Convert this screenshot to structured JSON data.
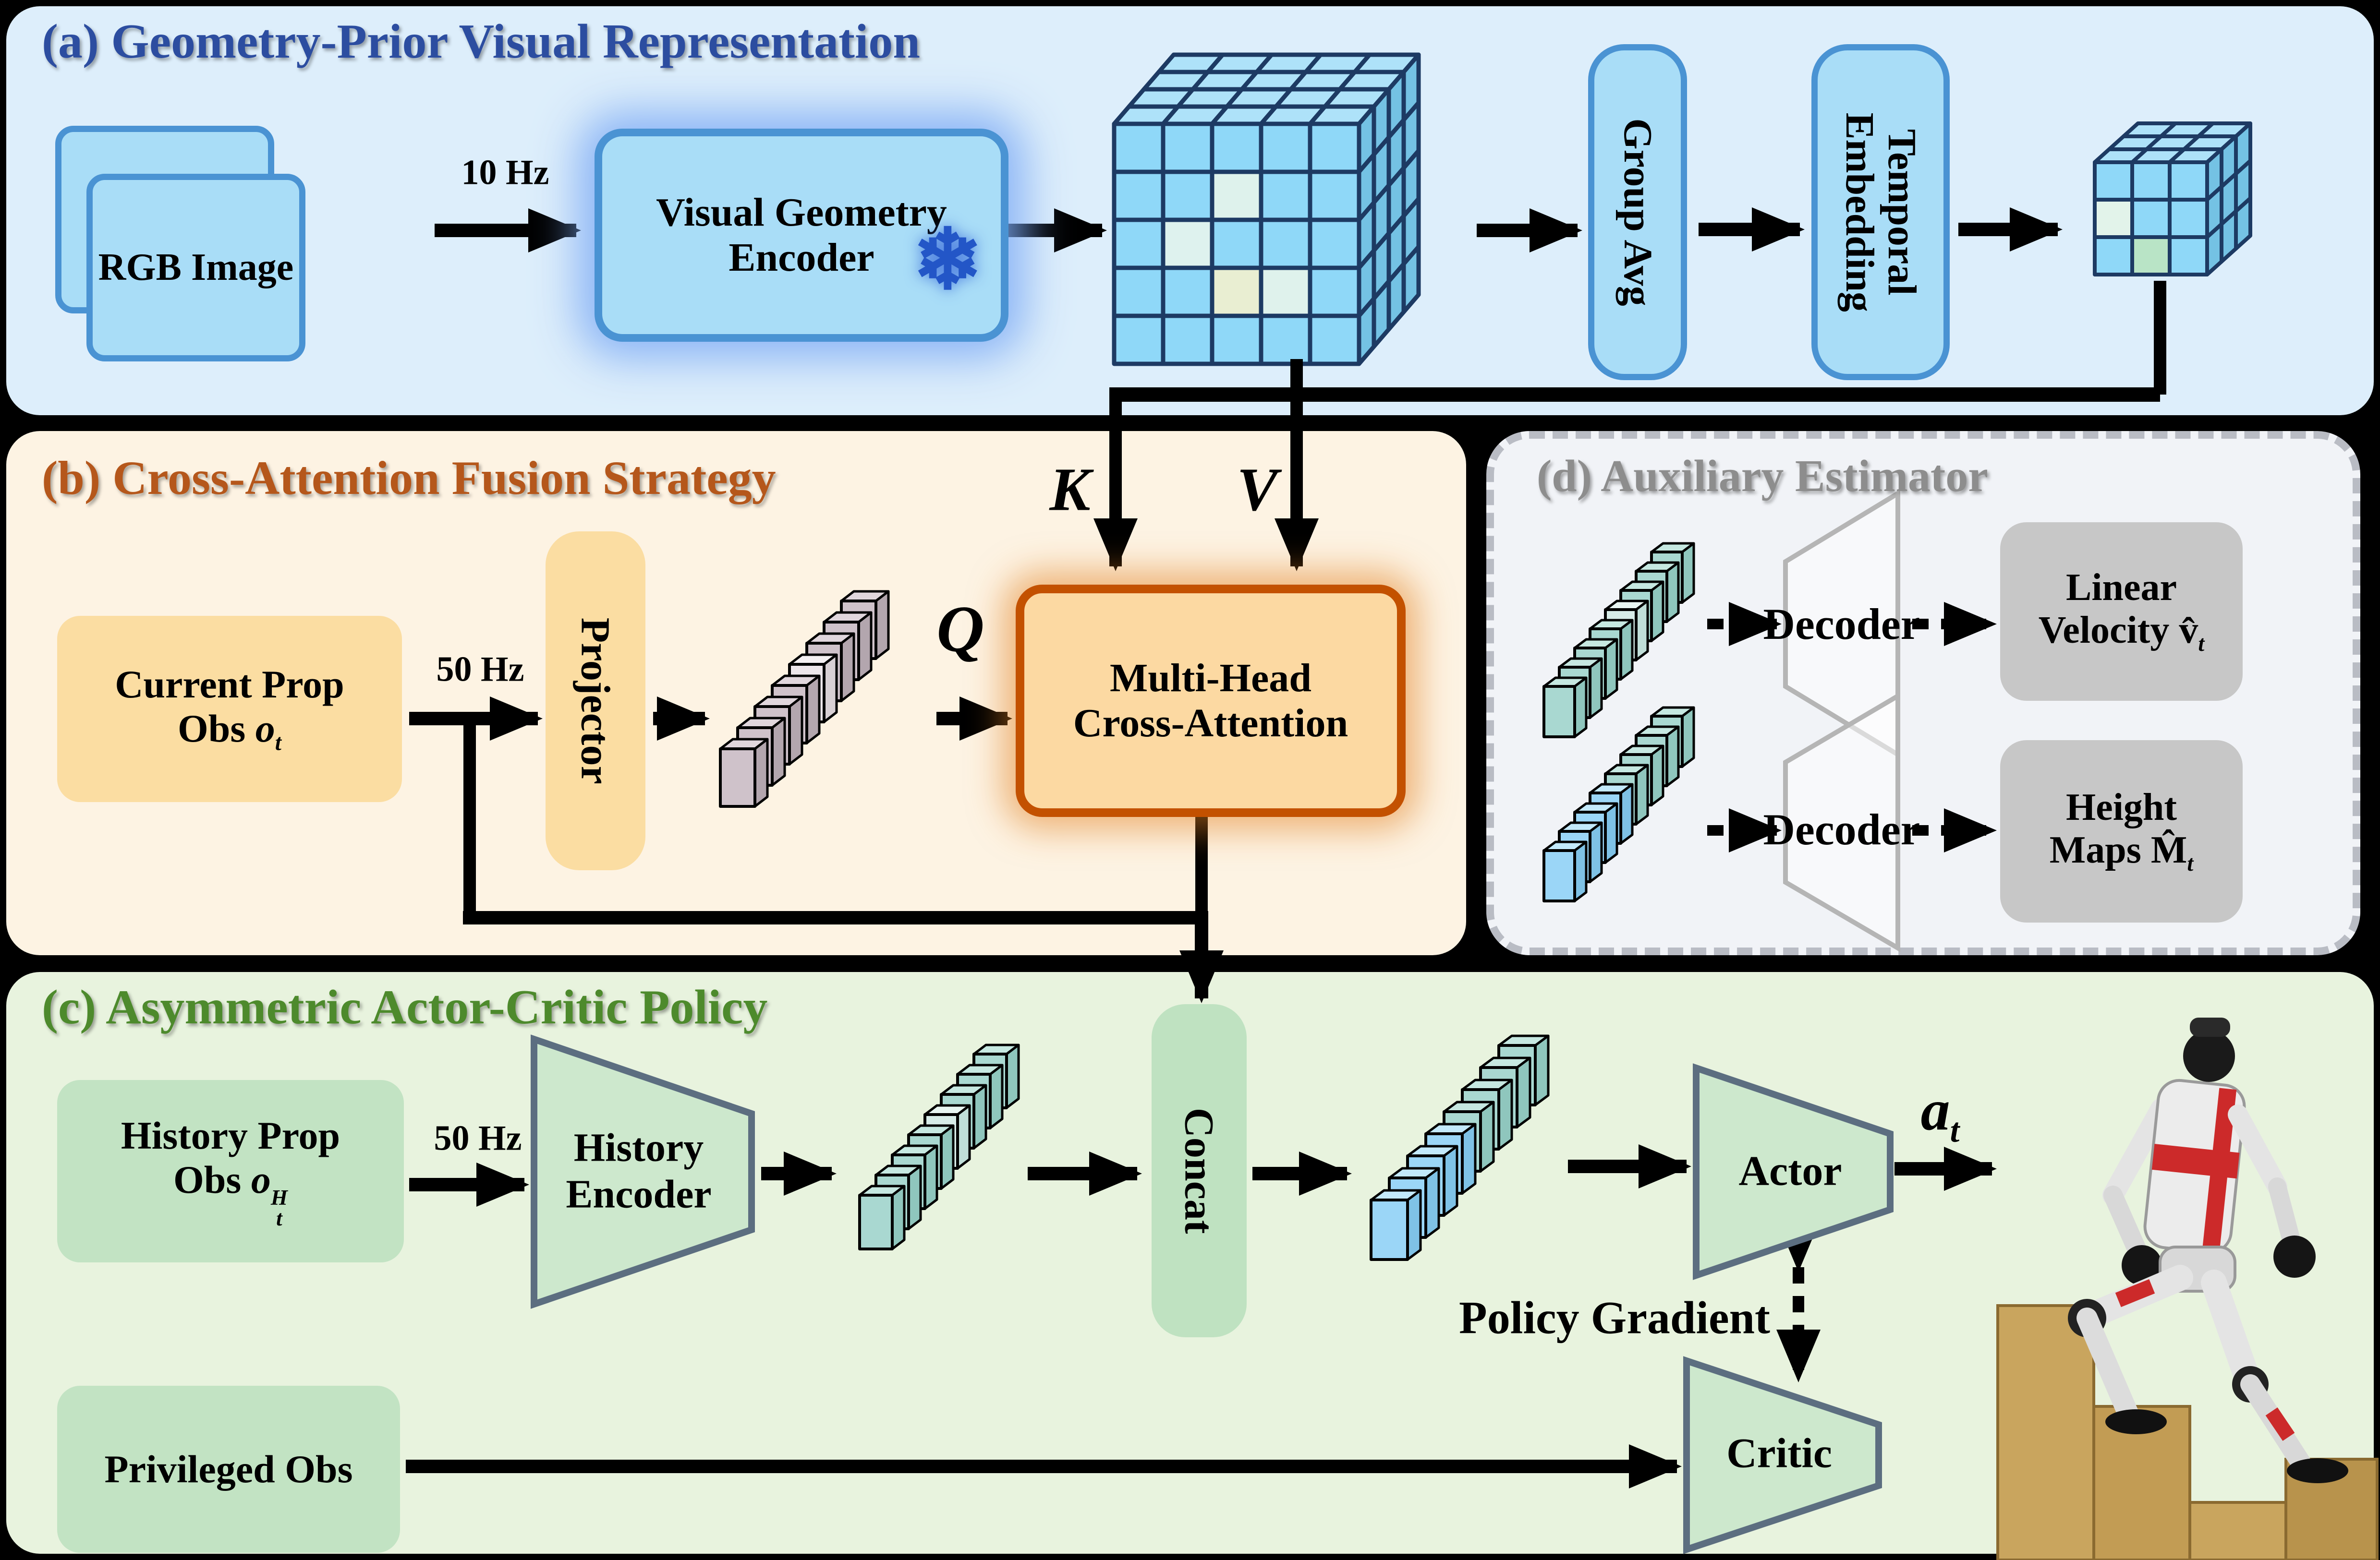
{
  "colors": {
    "panel_a_bg": "#ddeefb",
    "panel_b_bg": "#fdf3e3",
    "panel_c_bg": "#e8f3de",
    "panel_d_bg": "#f1f3f7",
    "accent_blue": "#2c4da0",
    "accent_orange": "#b5571b",
    "accent_green": "#4d8a2c",
    "accent_gray": "#8d8d8d",
    "box_blue": "#a9ddf7",
    "box_blue_border": "#4a93d3",
    "box_orange": "#fbdda2",
    "mhca_fill": "#fcd9a2",
    "mhca_border": "#c35100",
    "box_green": "#c2e3c3",
    "trap_fill": "#cde8cd",
    "trap_stroke": "#5c6e80",
    "gray_box": "#c7c7c7",
    "panel_d_border": "#b9bcc4",
    "cube_front": "#8fd8f8",
    "cube_top": "#aee2f9",
    "cube_side": "#74c2e4",
    "cube_stroke": "#1d3a63",
    "token_mauve": "#cfc2ca",
    "token_teal": "#a9d8d1",
    "token_blue": "#9bd6f7",
    "arrow": "#000000",
    "snowflake_blue": "#2356c7"
  },
  "panel_a": {
    "title": "(a) Geometry-Prior Visual Representation",
    "rgb_label": "RGB Image",
    "rate": "10 Hz",
    "encoder_line1": "Visual Geometry",
    "encoder_line2": "Encoder",
    "snowflake_icon": "❄",
    "group_avg": "Group Avg",
    "temporal_line1": "Temporal",
    "temporal_line2": "Embedding"
  },
  "panel_b": {
    "title": "(b) Cross-Attention Fusion Strategy",
    "obs_line1": "Current Prop",
    "obs_prefix": "Obs ",
    "obs_symbol": "o",
    "obs_sub": "t",
    "rate": "50 Hz",
    "projector": "Projector",
    "q_label": "Q",
    "k_label": "K",
    "v_label": "V",
    "mhca_line1": "Multi-Head",
    "mhca_line2": "Cross-Attention"
  },
  "panel_d": {
    "title": "(d) Auxiliary Estimator",
    "decoder1": "Decoder",
    "decoder2": "Decoder",
    "linvel_line1": "Linear",
    "linvel_prefix": "Velocity ",
    "linvel_symbol": "v̂",
    "linvel_sub": "t",
    "height_line1": "Height",
    "height_prefix": "Maps ",
    "height_symbol": "M̂",
    "height_sub": "t"
  },
  "panel_c": {
    "title": "(c) Asymmetric Actor-Critic Policy",
    "hist_line1": "History Prop",
    "hist_prefix": "Obs ",
    "hist_symbol": "o",
    "hist_sub": "t",
    "hist_sup": "H",
    "rate": "50 Hz",
    "enc_line1": "History",
    "enc_line2": "Encoder",
    "concat": "Concat",
    "actor": "Actor",
    "action_symbol": "a",
    "action_sub": "t",
    "policy_gradient": "Policy Gradient",
    "critic": "Critic",
    "privileged": "Privileged Obs"
  }
}
